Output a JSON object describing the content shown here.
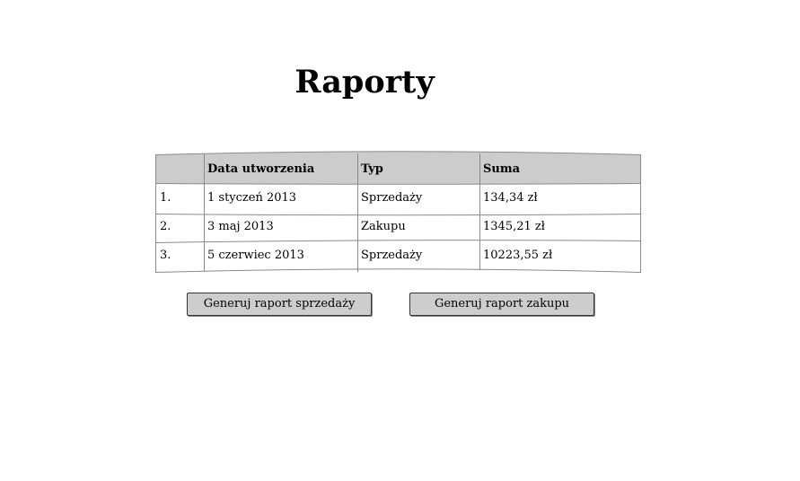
{
  "page": {
    "title": "Raporty"
  },
  "table": {
    "headers": [
      "",
      "Data utworzenia",
      "Typ",
      "Suma"
    ],
    "rows": [
      [
        "1.",
        "1 styczeń 2013",
        "Sprzedaży",
        "134,34 zł"
      ],
      [
        "2.",
        "3 maj 2013",
        "Zakupu",
        "1345,21 zł"
      ],
      [
        "3.",
        "5 czerwiec 2013",
        "Sprzedaży",
        "10223,55 zł"
      ]
    ]
  },
  "buttons": {
    "sales_report": "Generuj raport sprzedaży",
    "purchase_report": "Generuj raport zakupu"
  },
  "colors": {
    "header_bg": "#cccccc",
    "button_bg": "#cdcdcd",
    "grid": "#8a8a8a"
  }
}
